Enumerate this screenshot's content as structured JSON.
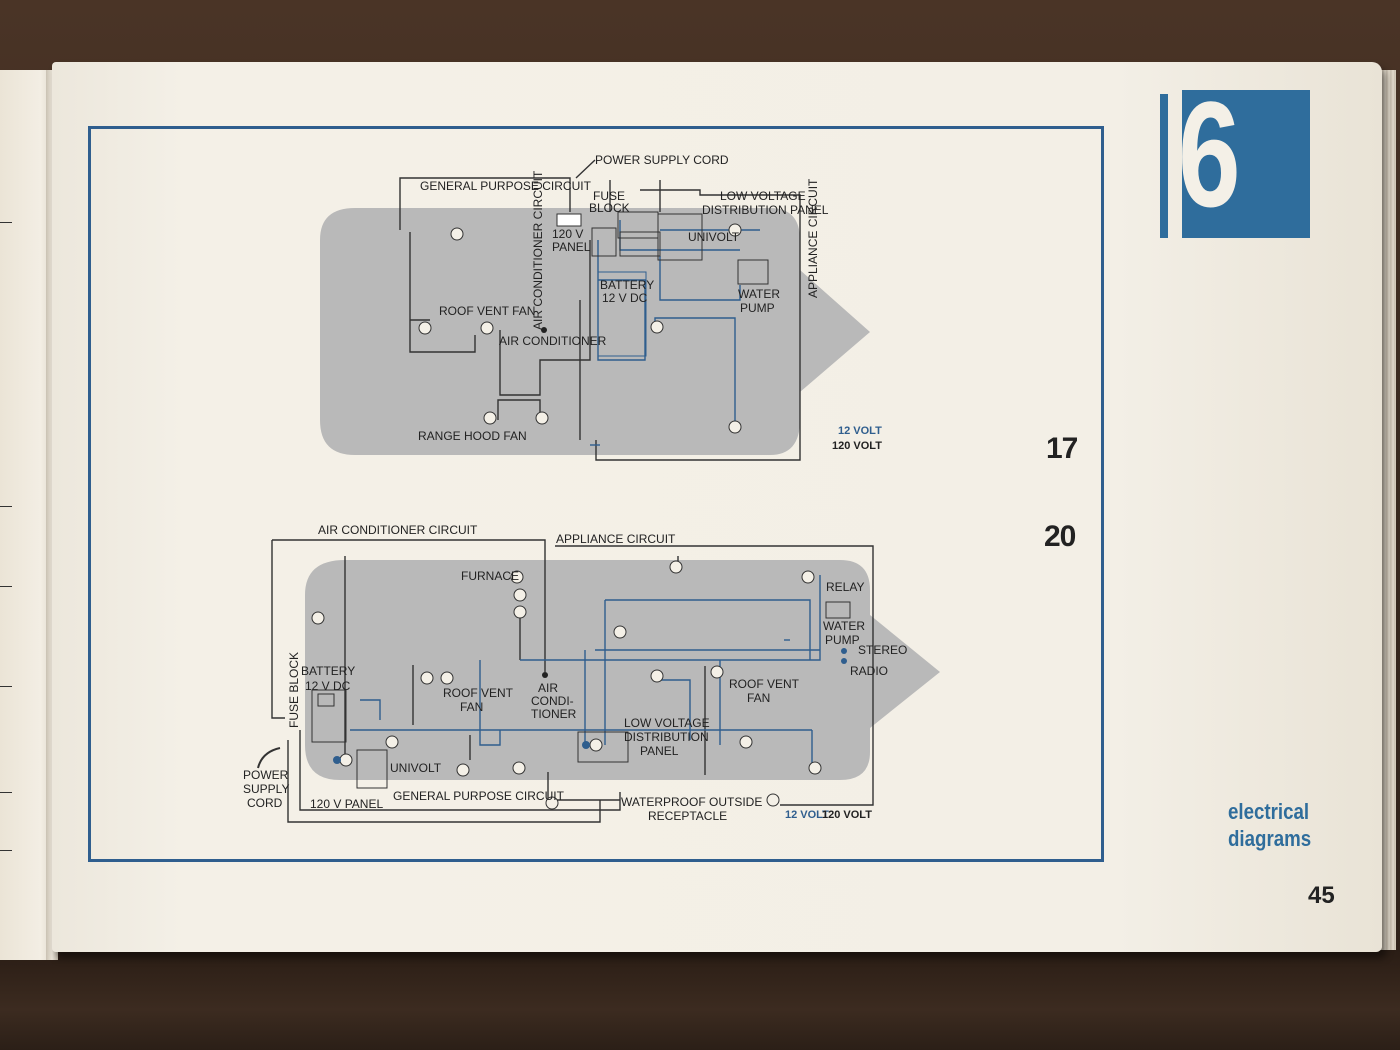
{
  "chapter": {
    "number": "6",
    "title_line1": "electrical",
    "title_line2": "diagrams"
  },
  "page_number": "45",
  "colors": {
    "accent_blue": "#2f6d9c",
    "trailer_gray": "#b9b9b9",
    "wire_12v": "#2f5e8e",
    "wire_120v": "#333333"
  },
  "diagrams": [
    {
      "model": "17",
      "labels": {
        "power_supply_cord": "POWER SUPPLY CORD",
        "general_purpose_circuit": "GENERAL PURPOSE CIRCUIT",
        "air_conditioner_circuit": "AIR CONDITIONER CIRCUIT",
        "fuse_block_1": "FUSE",
        "fuse_block_2": "BLOCK",
        "low_voltage_1": "LOW VOLTAGE",
        "low_voltage_2": "DISTRIBUTION PANEL",
        "appliance_circuit": "APPLIANCE CIRCUIT",
        "panel_120v_1": "120 V",
        "panel_120v_2": "PANEL",
        "univolt": "UNIVOLT",
        "battery_1": "BATTERY",
        "battery_2": "12 V DC",
        "water_pump_1": "WATER",
        "water_pump_2": "PUMP",
        "roof_vent_fan": "ROOF VENT FAN",
        "air_conditioner": "AIR CONDITIONER",
        "range_hood_fan": "RANGE HOOD FAN",
        "legend_12v": "12 VOLT",
        "legend_120v": "120 VOLT"
      }
    },
    {
      "model": "20",
      "labels": {
        "air_conditioner_circuit": "AIR CONDITIONER CIRCUIT",
        "appliance_circuit": "APPLIANCE CIRCUIT",
        "furnace": "FURNACE",
        "relay": "RELAY",
        "water_pump_1": "WATER",
        "water_pump_2": "PUMP",
        "stereo": "STEREO",
        "radio": "RADIO",
        "battery_1": "BATTERY",
        "battery_2": "12 V DC",
        "fuse_block": "FUSE BLOCK",
        "roof_vent_fan_1": "ROOF VENT",
        "roof_vent_fan_2": "FAN",
        "air_conditioner_1": "AIR",
        "air_conditioner_2": "CONDI-",
        "air_conditioner_3": "TIONER",
        "roof_vent_fan_b_1": "ROOF VENT",
        "roof_vent_fan_b_2": "FAN",
        "low_voltage_1": "LOW VOLTAGE",
        "low_voltage_2": "DISTRIBUTION",
        "low_voltage_3": "PANEL",
        "univolt": "UNIVOLT",
        "power_supply_cord_1": "POWER",
        "power_supply_cord_2": "SUPPLY",
        "power_supply_cord_3": "CORD",
        "panel_120v": "120 V PANEL",
        "general_purpose_circuit": "GENERAL PURPOSE CIRCUIT",
        "waterproof_1": "WATERPROOF OUTSIDE",
        "waterproof_2": "RECEPTACLE",
        "legend_12v": "12 VOLT",
        "legend_120v": "120 VOLT"
      }
    }
  ]
}
